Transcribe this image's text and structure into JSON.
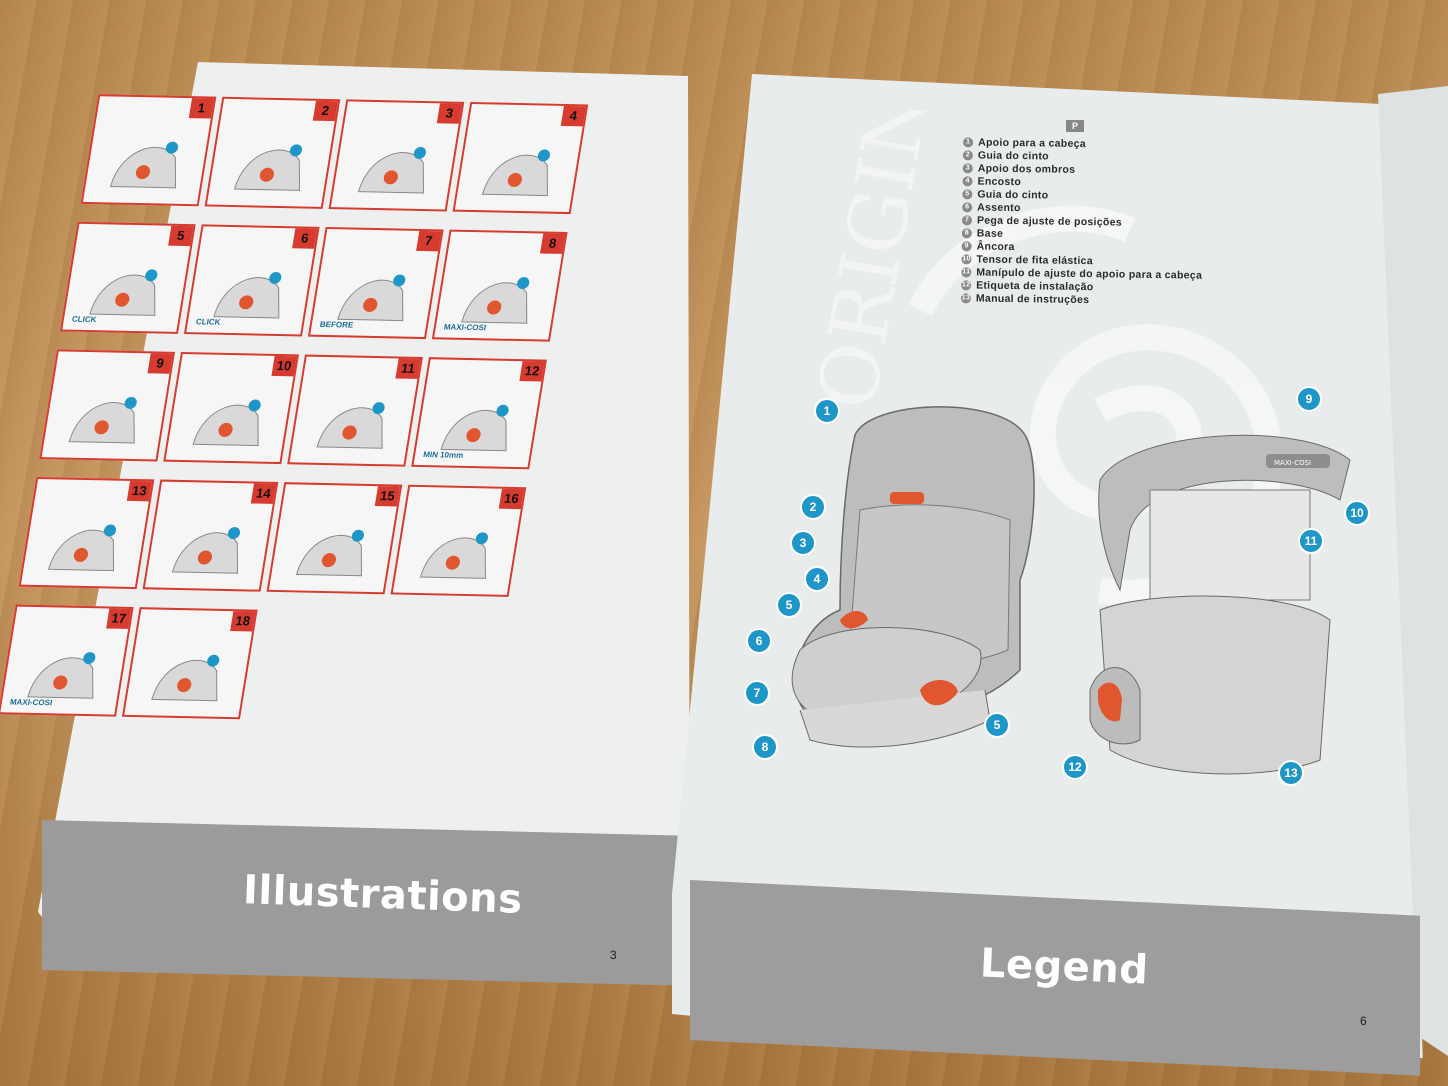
{
  "left_page": {
    "footer_title": "Illustrations",
    "page_number": "3",
    "panels": [
      {
        "num": "1"
      },
      {
        "num": "2"
      },
      {
        "num": "3"
      },
      {
        "num": "4"
      },
      {
        "num": "5",
        "tag": "CLICK"
      },
      {
        "num": "6",
        "tag": "CLICK"
      },
      {
        "num": "7",
        "tag": "BEFORE"
      },
      {
        "num": "8",
        "tag": "MAXI-COSI"
      },
      {
        "num": "9"
      },
      {
        "num": "10"
      },
      {
        "num": "11"
      },
      {
        "num": "12",
        "tag": "MIN 10mm"
      },
      {
        "num": "13"
      },
      {
        "num": "14"
      },
      {
        "num": "15"
      },
      {
        "num": "16"
      },
      {
        "num": "17",
        "tag": "MAXI-COSI"
      },
      {
        "num": "18"
      }
    ]
  },
  "right_page": {
    "footer_title": "Legend",
    "page_number": "6",
    "language_tag": "P",
    "legend_items": [
      {
        "n": "1",
        "text": "Apoio para a cabeça"
      },
      {
        "n": "2",
        "text": "Guia do cinto"
      },
      {
        "n": "3",
        "text": "Apoio dos ombros"
      },
      {
        "n": "4",
        "text": "Encosto"
      },
      {
        "n": "5",
        "text": "Guia do cinto"
      },
      {
        "n": "6",
        "text": "Assento"
      },
      {
        "n": "7",
        "text": "Pega de ajuste de posições"
      },
      {
        "n": "8",
        "text": "Base"
      },
      {
        "n": "9",
        "text": "Âncora"
      },
      {
        "n": "10",
        "text": "Tensor de fita elástica"
      },
      {
        "n": "11",
        "text": "Manípulo de ajuste do apoio para a cabeça"
      },
      {
        "n": "12",
        "text": "Etiqueta de instalação"
      },
      {
        "n": "13",
        "text": "Manual de instruções"
      }
    ],
    "front_seat_callouts": [
      "1",
      "2",
      "3",
      "4",
      "5",
      "6",
      "7",
      "8",
      "5"
    ],
    "back_seat_callouts": [
      "9",
      "10",
      "11",
      "12",
      "13"
    ],
    "brand_label": "MAXI-COSI",
    "watermark": "ORIGINAL"
  },
  "colors": {
    "frame_red": "#d73a2f",
    "callout_blue": "#1f96c8",
    "band_gray": "#9a9b9a",
    "seat_gray": "#b9b9b9",
    "seat_orange": "#e0562e"
  }
}
